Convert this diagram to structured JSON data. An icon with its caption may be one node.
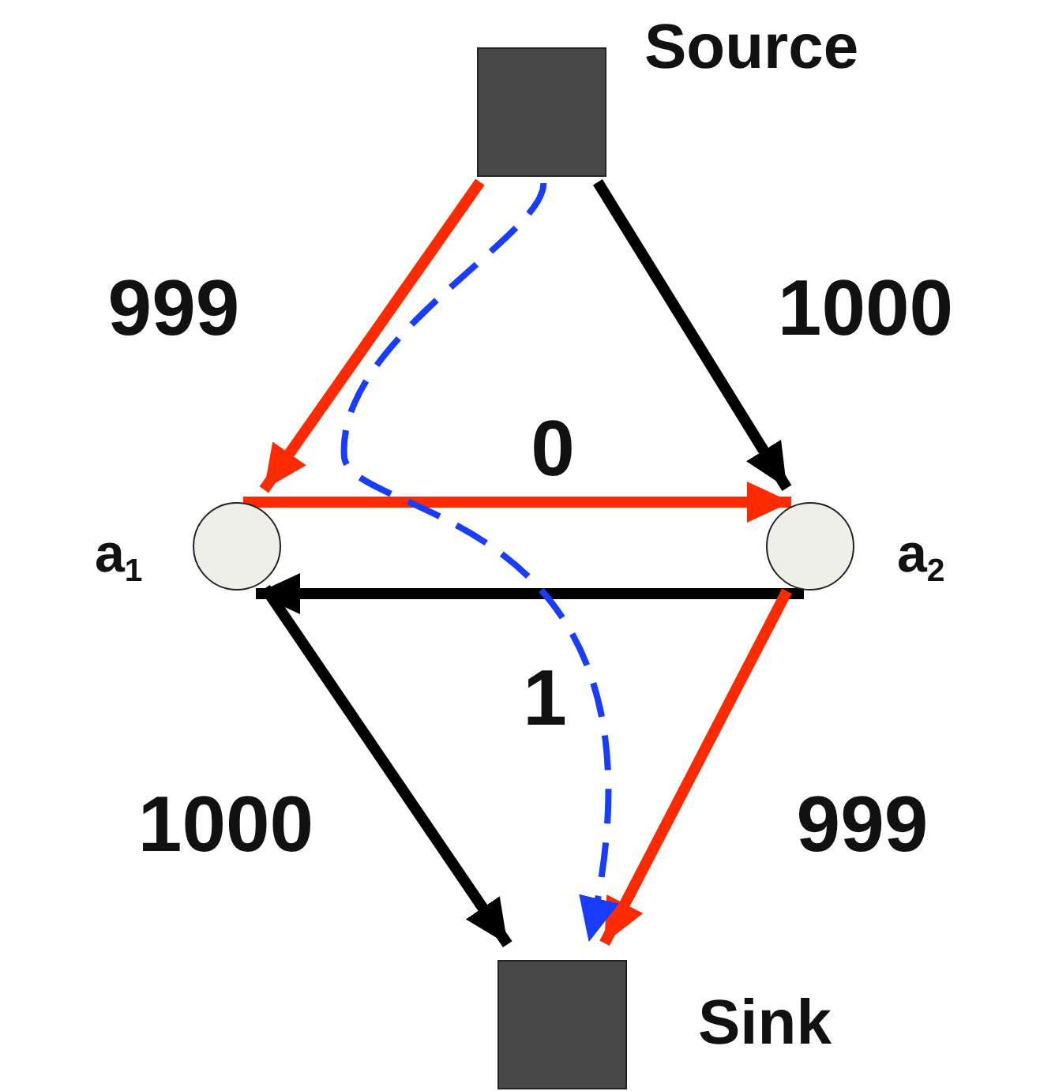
{
  "diagram": {
    "nodes": [
      {
        "text": [],
        "shape": "box",
        "beside": [
          "Source"
        ]
      },
      {
        "text": [],
        "shape": "circle",
        "beside": [
          "a$_{1}$"
        ]
      },
      {
        "text": [],
        "shape": "circle",
        "beside": [
          "a$_{2}$"
        ]
      },
      {
        "text": [],
        "shape": "box",
        "beside": [
          "Sink"
        ]
      }
    ],
    "edges": [
      {
        "from": 0,
        "to": 1,
        "arrow": "to",
        "label": "999",
        "color": "#ff2a00"
      },
      {
        "from": 0,
        "to": 2,
        "arrow": "to",
        "label": "1000",
        "color": "#000000"
      },
      {
        "from": 1,
        "to": 2,
        "arrow": "to",
        "label": "0",
        "color": "#ff2a00"
      },
      {
        "from": 2,
        "to": 1,
        "arrow": "to",
        "label": "1",
        "color": "#000000"
      },
      {
        "from": 1,
        "to": 3,
        "arrow": "to",
        "label": "1000",
        "color": "#000000"
      },
      {
        "from": 2,
        "to": 3,
        "arrow": "to",
        "label": "999",
        "color": "#ff2a00"
      },
      {
        "from": 0,
        "to": 3,
        "arrow": "to",
        "style": "dashed",
        "color": "#1a3cff"
      }
    ]
  }
}
